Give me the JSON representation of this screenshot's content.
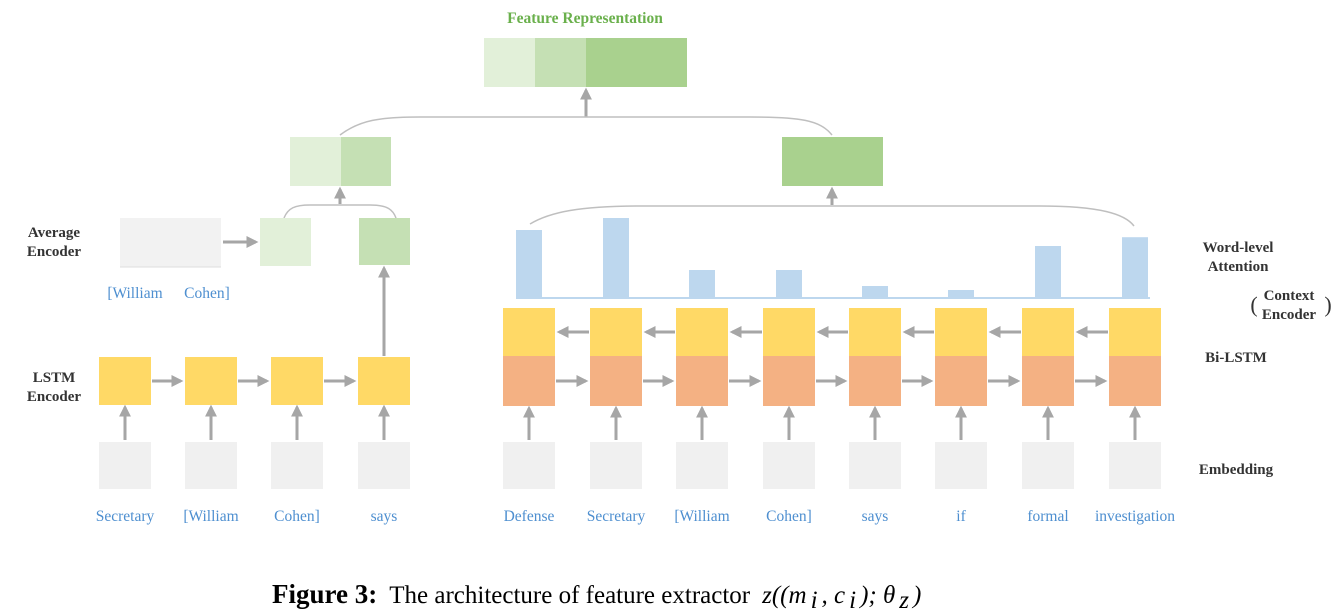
{
  "diagram": {
    "title": "Feature Representation",
    "left_labels": {
      "average_encoder": [
        "Average",
        "Encoder"
      ],
      "lstm_encoder": [
        "LSTM",
        "Encoder"
      ]
    },
    "right_labels": {
      "word_level_attention": [
        "Word-level",
        "Attention"
      ],
      "context_encoder": [
        "Context",
        "Encoder"
      ],
      "bi_lstm": "Bi-LSTM",
      "embedding": "Embedding"
    },
    "mention_words": [
      "[William",
      "Cohen]"
    ],
    "left_words": [
      "Secretary",
      "[William",
      "Cohen]",
      "says"
    ],
    "right_words": [
      "Defense",
      "Secretary",
      "[William",
      "Cohen]",
      "says",
      "if",
      "formal",
      "investigation"
    ],
    "attention_weights": [
      0.85,
      1.0,
      0.35,
      0.35,
      0.15,
      0.1,
      0.65,
      0.76
    ],
    "colors": {
      "lstm_yellow": "#ffd966",
      "bilstm_orange": "#f4b183",
      "embedding_gray": "#f0f0f0",
      "attention_blue": "#bdd7ee",
      "green_light": "#e2f0d9",
      "green_mid": "#c5e0b4",
      "green_dark": "#a9d18e",
      "arrow_gray": "#a6a6a6",
      "word_blue": "#4e8fd0"
    }
  },
  "caption": {
    "label": "Figure 3:",
    "text": "The architecture of feature extractor",
    "math_prefix": "z((m",
    "sub_i1": "i",
    "math_mid": ", c",
    "sub_i2": "i",
    "math_mid2": "); θ",
    "sub_z": "z",
    "math_suffix": ")"
  }
}
